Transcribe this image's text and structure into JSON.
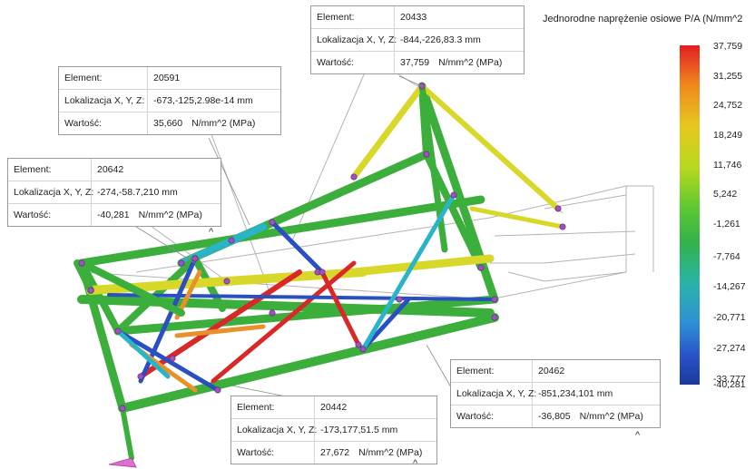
{
  "legend": {
    "title": "Jednorodne naprężenie osiowe P/A (N/mm^2",
    "ticks": [
      "37,759",
      "31,255",
      "24,752",
      "18,249",
      "11,746",
      "5,242",
      "-1,261",
      "-7,764",
      "-14,267",
      "-20,771",
      "-27,274",
      "-33,777",
      "-40,281"
    ],
    "colors": [
      "#e02020",
      "#f08a1e",
      "#e6c81e",
      "#b8d820",
      "#5cc832",
      "#34b24a",
      "#28b4a8",
      "#2e8fd8",
      "#2850c8",
      "#1a3a9a"
    ]
  },
  "probes": [
    {
      "labels": {
        "element": "Element:",
        "location": "Lokalizacja X, Y, Z:",
        "value": "Wartość:"
      },
      "element": "20433",
      "location": "-844,-226,83.3 mm",
      "value": "37,759",
      "unit": "N/mm^2 (MPa)"
    },
    {
      "labels": {
        "element": "Element:",
        "location": "Lokalizacja X, Y, Z:",
        "value": "Wartość:"
      },
      "element": "20591",
      "location": "-673,-125,2.98e-14 mm",
      "value": "35,660",
      "unit": "N/mm^2 (MPa)"
    },
    {
      "labels": {
        "element": "Element:",
        "location": "Lokalizacja X, Y, Z:",
        "value": "Wartość:"
      },
      "element": "20642",
      "location": "-274,-58.7,210 mm",
      "value": "-40,281",
      "unit": "N/mm^2 (MPa)"
    },
    {
      "labels": {
        "element": "Element:",
        "location": "Lokalizacja X, Y, Z:",
        "value": "Wartość:"
      },
      "element": "20462",
      "location": "-851,234,101 mm",
      "value": "-36,805",
      "unit": "N/mm^2 (MPa)"
    },
    {
      "labels": {
        "element": "Element:",
        "location": "Lokalizacja X, Y, Z:",
        "value": "Wartość:"
      },
      "element": "20442",
      "location": "-173,177,51.5 mm",
      "value": "27,672",
      "unit": "N/mm^2 (MPa)"
    }
  ],
  "collapse_glyph": "^",
  "beam_colors": {
    "green": "#3cae3c",
    "blue": "#2a4fc0",
    "red": "#d82828",
    "yellow": "#d8d82a",
    "cyan": "#2ab4c8",
    "orange": "#e8902a",
    "node": "#a050c0"
  }
}
